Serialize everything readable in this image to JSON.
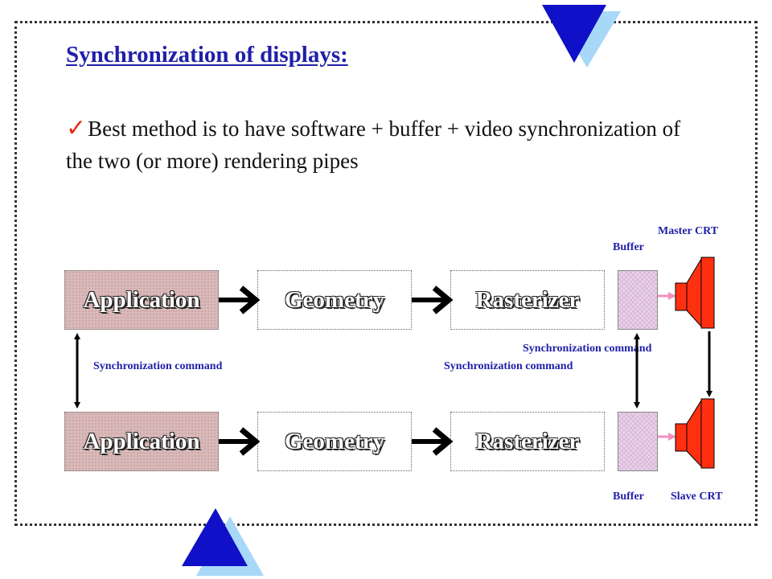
{
  "slide": {
    "title": "Synchronization  of displays:",
    "bullet_text": "Best method is to have software + buffer + video synchronization  of the two (or more) rendering pipes",
    "check_glyph": "✓"
  },
  "diagram": {
    "top_pipe": {
      "application": "Application",
      "geometry": "Geometry",
      "rasterizer": "Rasterizer"
    },
    "bottom_pipe": {
      "application": "Application",
      "geometry": "Geometry",
      "rasterizer": "Rasterizer"
    },
    "labels": {
      "master_crt": "Master CRT",
      "buffer_top": "Buffer",
      "buffer_bottom": "Buffer",
      "slave_crt": "Slave CRT",
      "sync_app": "Synchronization command",
      "sync_raster": "Synchronization command",
      "sync_crt": "Synchronization command"
    }
  },
  "colors": {
    "title": "#1f1fa8",
    "check": "#e0301a",
    "triangle_dark": "#1010c8",
    "triangle_light": "#a8d8f8",
    "crt": "#ff3010",
    "buffer_link": "#f090c0"
  }
}
